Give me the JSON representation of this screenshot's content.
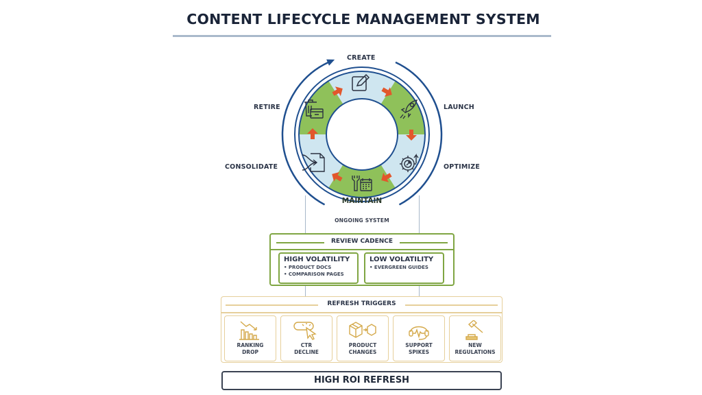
{
  "title": "CONTENT LIFECYCLE MANAGEMENT SYSTEM",
  "cycle": {
    "stages": [
      {
        "id": "create",
        "label": "CREATE",
        "icon": "edit-icon"
      },
      {
        "id": "launch",
        "label": "LAUNCH",
        "icon": "rocket-icon"
      },
      {
        "id": "optimize",
        "label": "OPTIMIZE",
        "icon": "gear-growth-icon"
      },
      {
        "id": "maintain",
        "label": "MAINTAIN",
        "icon": "wrench-calendar-icon"
      },
      {
        "id": "consolidate",
        "label": "CONSOLIDATE",
        "icon": "merge-document-icon"
      },
      {
        "id": "retire",
        "label": "RETIRE",
        "icon": "trash-archive-icon"
      }
    ],
    "footer": "ONGOING SYSTEM",
    "colors": {
      "green": "#8fc15a",
      "blue": "#cfe6f0",
      "ring": "#1f4f8f",
      "arrow": "#e2572c"
    }
  },
  "review": {
    "title": "REVIEW CADENCE",
    "high": {
      "title": "HIGH VOLATILITY",
      "items": [
        "PRODUCT DOCS",
        "COMPARISON PAGES"
      ]
    },
    "low": {
      "title": "LOW VOLATILITY",
      "items": [
        "EVERGREEN GUIDES"
      ]
    }
  },
  "triggers": {
    "title": "REFRESH TRIGGERS",
    "items": [
      {
        "line1": "RANKING",
        "line2": "DROP",
        "icon": "chart-decline-icon"
      },
      {
        "line1": "CTR",
        "line2": "DECLINE",
        "icon": "cursor-click-icon"
      },
      {
        "line1": "PRODUCT",
        "line2": "CHANGES",
        "icon": "box-transform-icon"
      },
      {
        "line1": "SUPPORT",
        "line2": "SPIKES",
        "icon": "headset-icon"
      },
      {
        "line1": "NEW",
        "line2": "REGULATIONS",
        "icon": "gavel-icon"
      }
    ]
  },
  "roi": "HIGH ROI REFRESH"
}
